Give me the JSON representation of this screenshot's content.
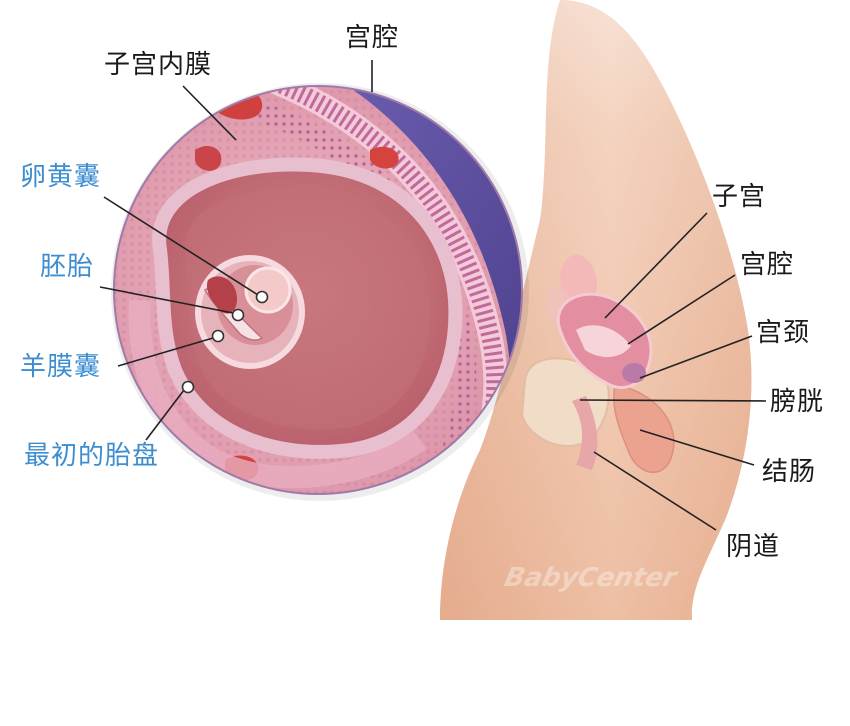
{
  "labels": {
    "endometrium": "子宫内膜",
    "cavity_top": "宫腔",
    "yolk_sac": "卵黄囊",
    "embryo": "胚胎",
    "amniotic_sac": "羊膜囊",
    "placenta": "最初的胎盘",
    "uterus": "子宫",
    "cavity_right": "宫腔",
    "cervix": "宫颈",
    "bladder": "膀胱",
    "colon": "结肠",
    "vagina": "阴道"
  },
  "watermark": "BabyCenter",
  "colors": {
    "label_black": "#1a1a1a",
    "label_blue": "#3d8ed0",
    "uterine_cavity": "#5a4b9c",
    "skin": "#efc3a8",
    "tissue": "#e6a3b3"
  }
}
